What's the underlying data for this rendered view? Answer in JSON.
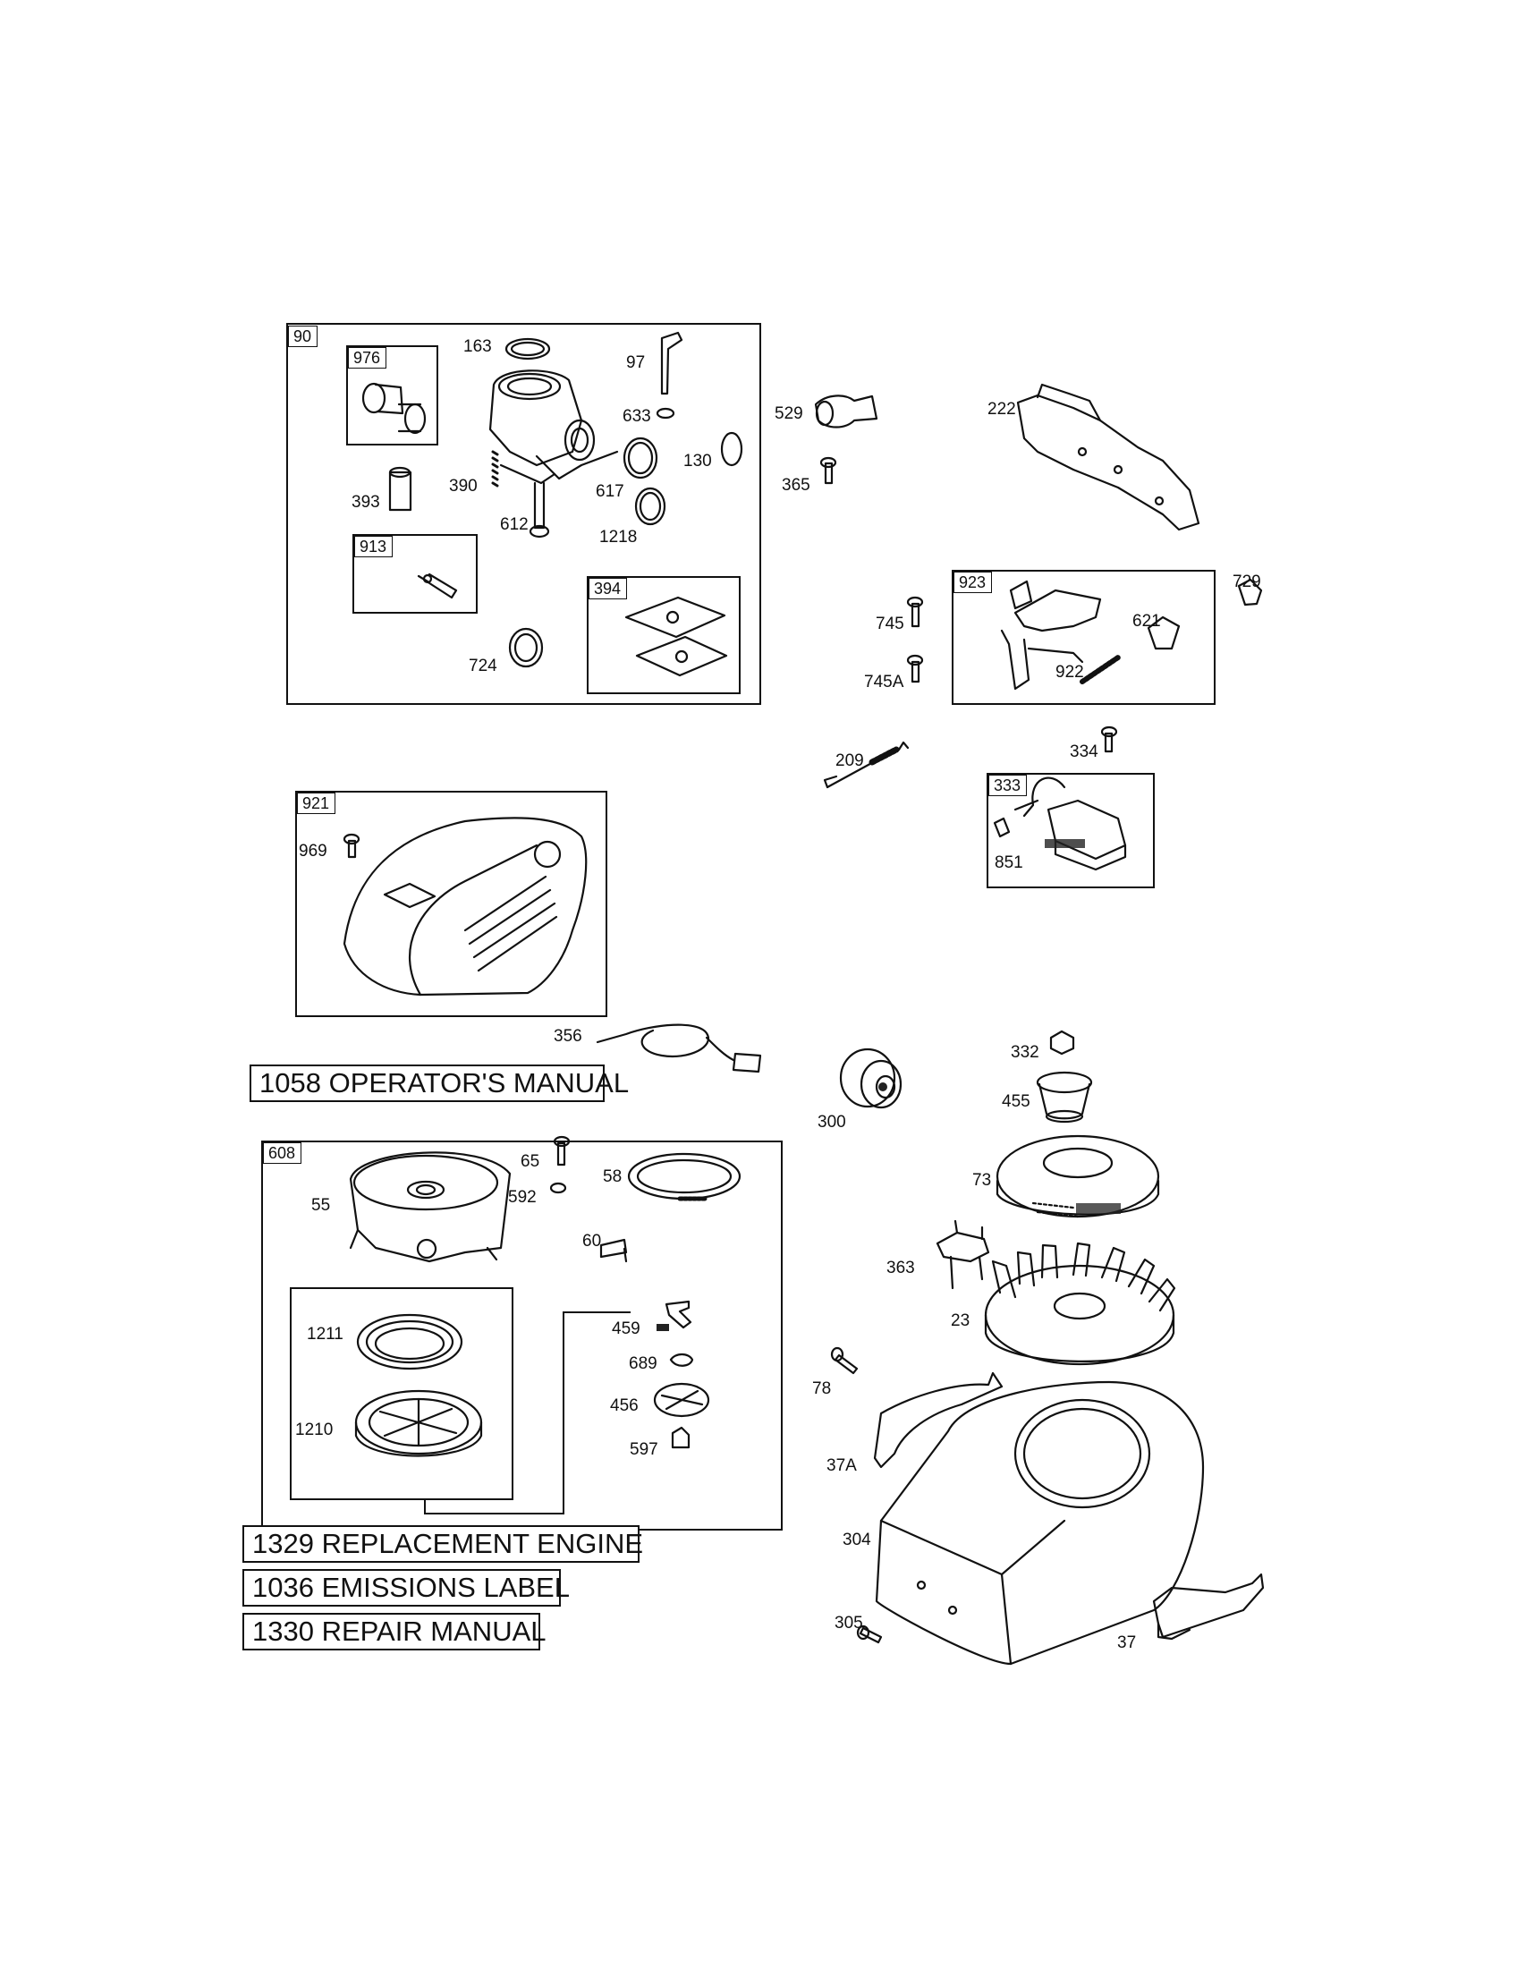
{
  "groups": {
    "carburetor": "90",
    "fitting_kit": "976",
    "needle_kit": "913",
    "diaphragm_kit": "394",
    "governor_lever": "923",
    "air_cleaner": "921",
    "armature": "333",
    "rewind_starter": "608"
  },
  "parts": {
    "p163": "163",
    "p97": "97",
    "p633": "633",
    "p529": "529",
    "p222": "222",
    "p130": "130",
    "p617": "617",
    "p365": "365",
    "p393": "393",
    "p390": "390",
    "p612": "612",
    "p1218": "1218",
    "p724": "724",
    "p729": "729",
    "p745": "745",
    "p621": "621",
    "p922": "922",
    "p745a": "745A",
    "p209": "209",
    "p334": "334",
    "p969": "969",
    "p851": "851",
    "p356": "356",
    "p332": "332",
    "p300": "300",
    "p455": "455",
    "p65": "65",
    "p58": "58",
    "p55": "55",
    "p592": "592",
    "p73": "73",
    "p60": "60",
    "p363": "363",
    "p23": "23",
    "p1211": "1211",
    "p459": "459",
    "p689": "689",
    "p78": "78",
    "p456": "456",
    "p1210": "1210",
    "p597": "597",
    "p37a": "37A",
    "p304": "304",
    "p305": "305",
    "p37": "37"
  },
  "notes": {
    "operators_manual": "1058 OPERATOR'S MANUAL",
    "replacement_engine": "1329 REPLACEMENT ENGINE",
    "emissions_label": "1036 EMISSIONS LABEL",
    "repair_manual": "1330 REPAIR MANUAL"
  }
}
